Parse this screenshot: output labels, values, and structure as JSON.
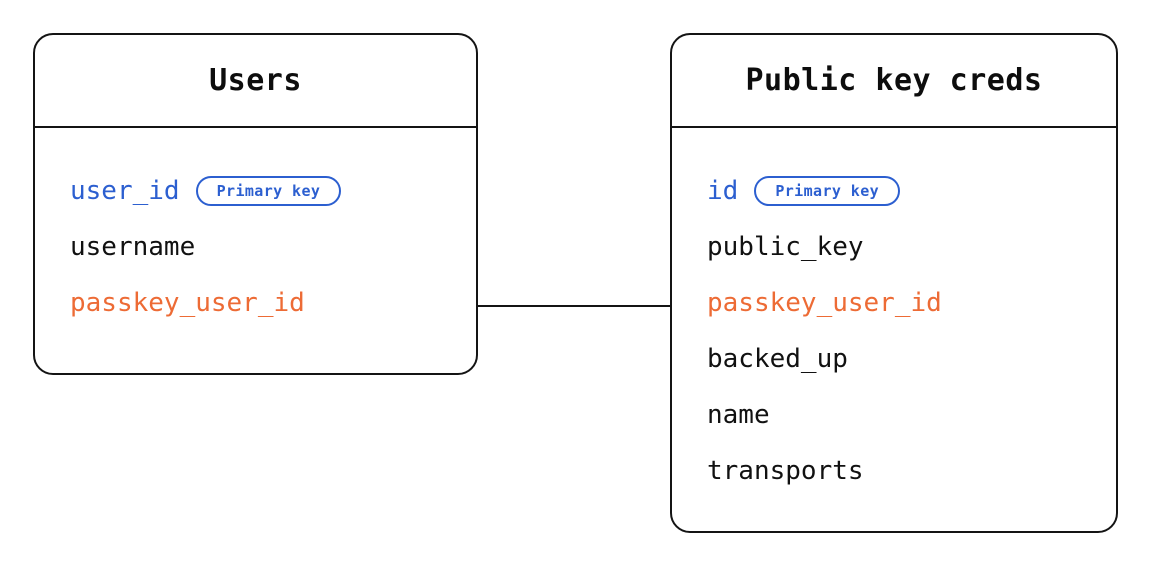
{
  "diagram": {
    "type": "entity-relationship-diagram",
    "background_color": "#ffffff",
    "colors": {
      "border": "#141414",
      "text": "#111111",
      "primary_key": "#2c5fd0",
      "foreign_key": "#ed6b35",
      "relation_line": "#141414"
    }
  },
  "entities": [
    {
      "id": "users",
      "title": "Users",
      "fields": [
        {
          "name": "user_id",
          "role": "primary",
          "badge": "Primary key"
        },
        {
          "name": "username",
          "role": "plain",
          "badge": null
        },
        {
          "name": "passkey_user_id",
          "role": "foreign",
          "badge": null
        }
      ]
    },
    {
      "id": "public-key-creds",
      "title": "Public key creds",
      "fields": [
        {
          "name": "id",
          "role": "primary",
          "badge": "Primary key"
        },
        {
          "name": "public_key",
          "role": "plain",
          "badge": null
        },
        {
          "name": "passkey_user_id",
          "role": "foreign",
          "badge": null
        },
        {
          "name": "backed_up",
          "role": "plain",
          "badge": null
        },
        {
          "name": "name",
          "role": "plain",
          "badge": null
        },
        {
          "name": "transports",
          "role": "plain",
          "badge": null
        }
      ]
    }
  ],
  "relations": [
    {
      "from_entity": "users",
      "from_field": "passkey_user_id",
      "to_entity": "public-key-creds",
      "to_field": "passkey_user_id"
    }
  ]
}
